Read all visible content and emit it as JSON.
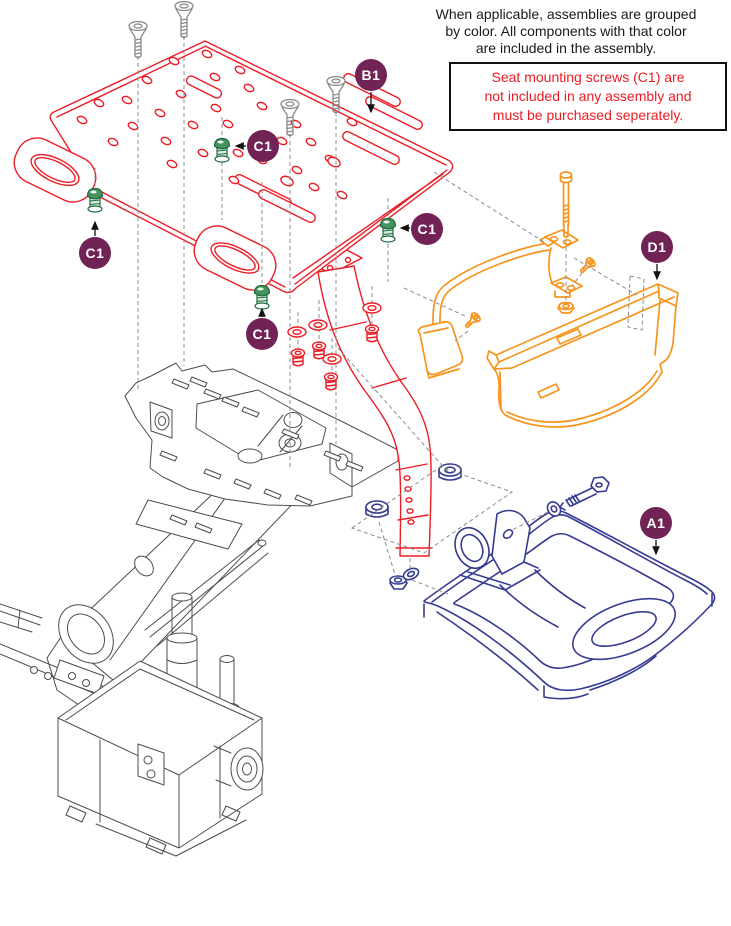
{
  "note": {
    "lines": [
      "When applicable, assemblies are grouped",
      "by color. All components with that color",
      "are included in the assembly."
    ]
  },
  "warning": {
    "lines": [
      "Seat mounting screws (C1) are",
      "not included in any assembly and",
      "must be purchased seperately."
    ]
  },
  "callouts": [
    {
      "id": "b1",
      "label": "B1"
    },
    {
      "id": "c1-top",
      "label": "C1"
    },
    {
      "id": "c1-right",
      "label": "C1"
    },
    {
      "id": "c1-left",
      "label": "C1"
    },
    {
      "id": "c1-bottom",
      "label": "C1"
    },
    {
      "id": "d1",
      "label": "D1"
    },
    {
      "id": "a1",
      "label": "A1"
    }
  ],
  "colors": {
    "red": "#ed1c24",
    "orange": "#f7941d",
    "navy": "#353b92",
    "green_dark": "#1e6b3f",
    "green_mid": "#44925f",
    "green_light": "#d9ecdd",
    "plum": "#722355",
    "gray_line": "#4d4d4d",
    "screw_gray": "#8a8a8a",
    "dash_gray": "#8c8c8c",
    "text": "#1a1a1a"
  }
}
